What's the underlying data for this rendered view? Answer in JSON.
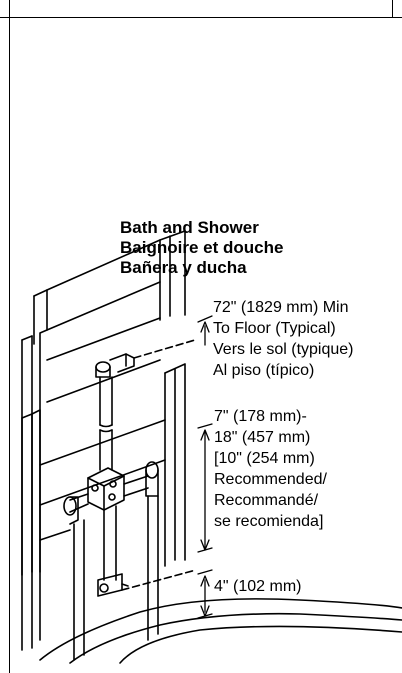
{
  "heading": {
    "line1": "Bath and Shower",
    "line2": "Baignoire et douche",
    "line3": "Bañera y ducha"
  },
  "dimension_head": {
    "line1": "72\" (1829 mm) Min",
    "line2": "To Floor (Typical)",
    "line3": "Vers le sol (typique)",
    "line4": "Al piso (típico)"
  },
  "dimension_valve": {
    "line1": "7\" (178 mm)-",
    "line2": "18\" (457 mm)",
    "line3": "[10\" (254 mm)",
    "line4": "Recommended/",
    "line5": "Recommandé/",
    "line6": "se recomienda]"
  },
  "dimension_spout": {
    "line1": "4\" (102 mm)"
  }
}
